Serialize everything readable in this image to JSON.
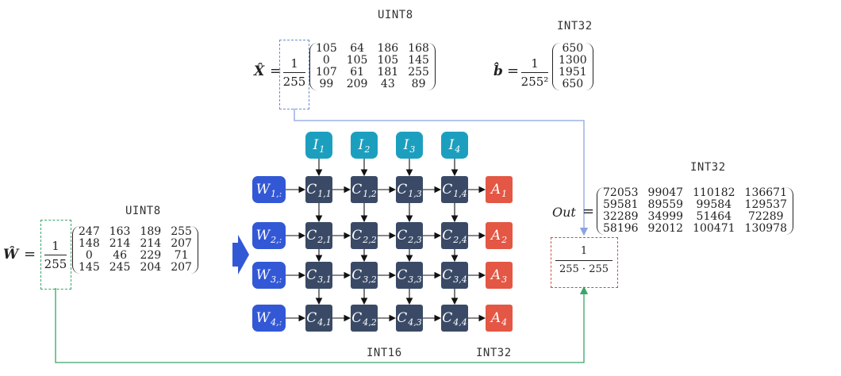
{
  "labels": {
    "uint8_x": "UINT8",
    "int32_b": "INT32",
    "uint8_w": "UINT8",
    "int32_out": "INT32",
    "int16": "INT16",
    "int32_a": "INT32"
  },
  "x_hat": {
    "symbol": "X̂",
    "equals": "=",
    "frac_num": "1",
    "frac_den": "255",
    "rows": [
      [
        "105",
        "64",
        "186",
        "168"
      ],
      [
        "0",
        "105",
        "105",
        "145"
      ],
      [
        "107",
        "61",
        "181",
        "255"
      ],
      [
        "99",
        "209",
        "43",
        "89"
      ]
    ]
  },
  "b_hat": {
    "symbol": "b̂",
    "equals": "=",
    "frac_num": "1",
    "frac_den": "255²",
    "values": [
      "650",
      "1300",
      "1951",
      "650"
    ]
  },
  "w_hat": {
    "symbol": "Ŵ",
    "equals": "=",
    "frac_num": "1",
    "frac_den": "255",
    "rows": [
      [
        "247",
        "163",
        "189",
        "255"
      ],
      [
        "148",
        "214",
        "214",
        "207"
      ],
      [
        "0",
        "46",
        "229",
        "71"
      ],
      [
        "145",
        "245",
        "204",
        "207"
      ]
    ]
  },
  "out": {
    "symbol": "Out",
    "equals": "=",
    "frac_num": "1",
    "frac_den": "255 · 255",
    "rows": [
      [
        "72053",
        "99047",
        "110182",
        "136671"
      ],
      [
        "59581",
        "89559",
        "99584",
        "129537"
      ],
      [
        "32289",
        "34999",
        "51464",
        "72289"
      ],
      [
        "58196",
        "92012",
        "100471",
        "130978"
      ]
    ]
  },
  "array": {
    "inputs": [
      {
        "main": "I",
        "sub": "1"
      },
      {
        "main": "I",
        "sub": "2"
      },
      {
        "main": "I",
        "sub": "3"
      },
      {
        "main": "I",
        "sub": "4"
      }
    ],
    "weights": [
      {
        "main": "W",
        "sub": "1,:"
      },
      {
        "main": "W",
        "sub": "2,:"
      },
      {
        "main": "W",
        "sub": "3,:"
      },
      {
        "main": "W",
        "sub": "4,:"
      }
    ],
    "cells": [
      [
        {
          "main": "C",
          "sub": "1,1"
        },
        {
          "main": "C",
          "sub": "1,2"
        },
        {
          "main": "C",
          "sub": "1,3"
        },
        {
          "main": "C",
          "sub": "1,4"
        }
      ],
      [
        {
          "main": "C",
          "sub": "2,1"
        },
        {
          "main": "C",
          "sub": "2,2"
        },
        {
          "main": "C",
          "sub": "2,3"
        },
        {
          "main": "C",
          "sub": "2,4"
        }
      ],
      [
        {
          "main": "C",
          "sub": "3,1"
        },
        {
          "main": "C",
          "sub": "3,2"
        },
        {
          "main": "C",
          "sub": "3,3"
        },
        {
          "main": "C",
          "sub": "3,4"
        }
      ],
      [
        {
          "main": "C",
          "sub": "4,1"
        },
        {
          "main": "C",
          "sub": "4,2"
        },
        {
          "main": "C",
          "sub": "4,3"
        },
        {
          "main": "C",
          "sub": "4,4"
        }
      ]
    ],
    "accumulators": [
      {
        "main": "A",
        "sub": "1"
      },
      {
        "main": "A",
        "sub": "2"
      },
      {
        "main": "A",
        "sub": "3"
      },
      {
        "main": "A",
        "sub": "4"
      }
    ]
  },
  "colors": {
    "input_box": "#1c9fbf",
    "weight_box": "#3358d6",
    "cell_box": "#3a4a66",
    "accumulator_box": "#e35744",
    "blue_line": "#8aa4e0",
    "green_line": "#3aa567"
  }
}
